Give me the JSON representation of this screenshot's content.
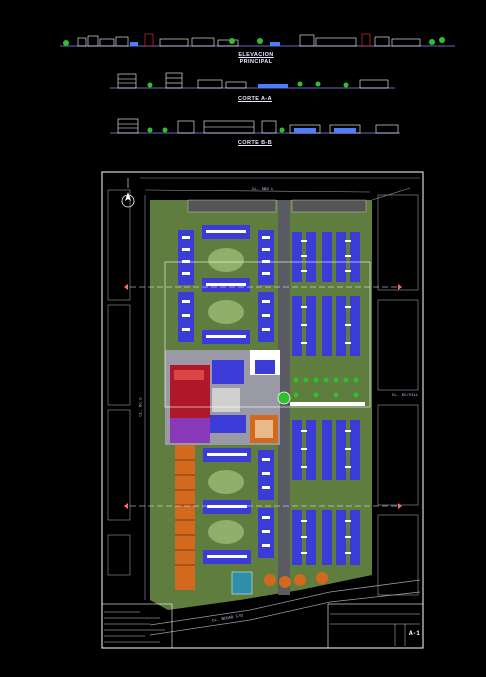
{
  "labels": {
    "elevation_title": "ELEVACION",
    "elevation_subtitle": "PRINCIPAL",
    "section_a": "CORTE A-A",
    "section_b": "CORTE B-B",
    "street_top": "CL. 5B3 L",
    "street_right": "CL. 5C/VILL",
    "street_bottom": "CL. BCUAD C/D",
    "street_left": "CL. 6C.5",
    "title_block_id": "A-1"
  },
  "colors": {
    "background": "#000000",
    "sheet_border": "#ffffff",
    "green_area": "#6f8f4a",
    "building_blue": "#3b3bd8",
    "building_white": "#ffffff",
    "plaza_grey": "#9a9aa6",
    "red_block": "#b0182a",
    "orange_strip": "#d2691e",
    "purple_block": "#8a3ab9",
    "caption_text": "#e8e8ff"
  },
  "icons": {
    "north_arrow": "north-arrow-icon",
    "section_marker": "section-marker-icon"
  }
}
